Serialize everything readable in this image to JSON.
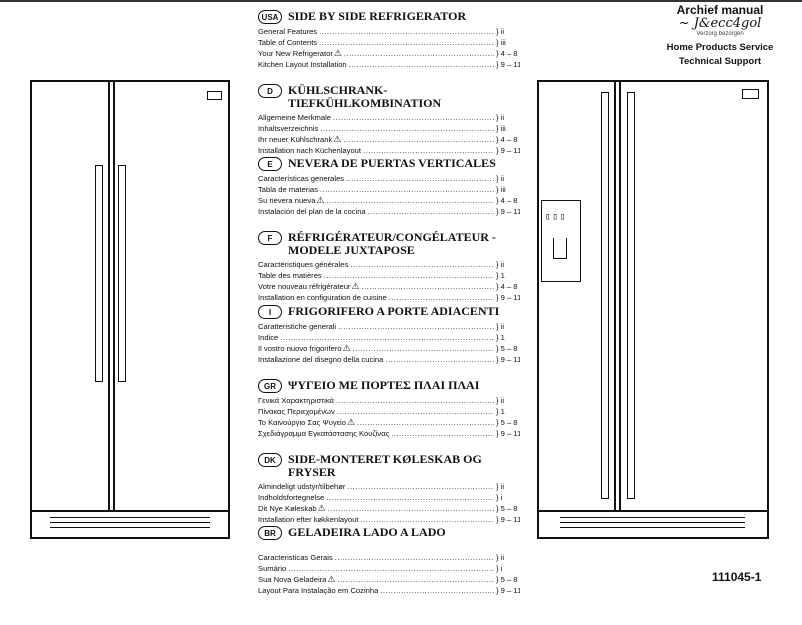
{
  "header": {
    "archive_stamp": "Archief manual",
    "stamp_note": "Verzorg bezorgen",
    "service_line1": "Home Products Service",
    "service_line2": "Technical Support"
  },
  "doc_number": "111045-1",
  "sections": [
    {
      "badge": "USA",
      "title": "SIDE BY SIDE REFRIGERATOR",
      "items": [
        {
          "label": "General Features",
          "page": "} ii"
        },
        {
          "label": "Table of Contents",
          "page": "} iii"
        },
        {
          "label": "Your New Refrigerator",
          "page": "} 4 – 8",
          "warning": true
        },
        {
          "label": "Kitchen Layout Installation",
          "page": "} 9 – 11"
        }
      ]
    },
    {
      "badge": "D",
      "title": "KÜHLSCHRANK-TIEFKÜHLKOMBINATION",
      "items": [
        {
          "label": "Allgemeine Merkmale",
          "page": "} ii"
        },
        {
          "label": "Inhaltsverzeichnis",
          "page": "} iii"
        },
        {
          "label": "Ihr neuer Kühlschrank",
          "page": "} 4 – 8",
          "warning": true
        },
        {
          "label": "Installation nach Küchenlayout",
          "page": "} 9 – 11"
        }
      ]
    },
    {
      "badge": "E",
      "title": "NEVERA DE PUERTAS VERTICALES",
      "items": [
        {
          "label": "Características generales",
          "page": "} ii"
        },
        {
          "label": "Tabla de materias",
          "page": "} iii"
        },
        {
          "label": "Su nevera nueva",
          "page": "} 4 – 8",
          "warning": true
        },
        {
          "label": "Instalación del plan de la cocina",
          "page": "} 9 – 11"
        }
      ]
    },
    {
      "badge": "F",
      "title": "RÉFRIGÉRATEUR/CONGÉLATEUR - MODELE JUXTAPOSE",
      "items": [
        {
          "label": "Caractéristiques générales",
          "page": "} ii"
        },
        {
          "label": "Table des matières",
          "page": "} 1"
        },
        {
          "label": "Votre nouveau réfrigérateur",
          "page": "} 4 – 8",
          "warning": true
        },
        {
          "label": "Installation en configuration de cuisine",
          "page": "} 9 – 11"
        }
      ]
    },
    {
      "badge": "I",
      "title": "FRIGORIFERO A PORTE ADIACENTI",
      "items": [
        {
          "label": "Caratteristiche generali",
          "page": "} ii"
        },
        {
          "label": "Indice",
          "page": "} 1"
        },
        {
          "label": "Il vostro nuovo frigorifero",
          "page": "} 5 – 8",
          "warning": true
        },
        {
          "label": "Installazione del disegno della cucina",
          "page": "} 9 – 11"
        }
      ]
    },
    {
      "badge": "GR",
      "title": "ΨΥΓΕΙΟ ΜΕ ΠΟΡΤΕΣ ΠΛΑΙ ΠΛΑΙ",
      "items": [
        {
          "label": "Γενικά Χαρακτηριστικά",
          "page": "} ii"
        },
        {
          "label": "Πίνακας Περιεχομένων",
          "page": "} 1"
        },
        {
          "label": "Το Καινούργιο Σας Ψυγείο",
          "page": "} 5 – 8",
          "warning": true
        },
        {
          "label": "Σχεδιάγραμμα Εγκατάστασης Κουζίνας",
          "page": "} 9 – 11"
        }
      ]
    },
    {
      "badge": "DK",
      "title": "SIDE-MONTERET KØLESKAB OG FRYSER",
      "items": [
        {
          "label": "Almindeligt udstyr/tilbehør",
          "page": "} ii"
        },
        {
          "label": "Indholdsfortegnelse",
          "page": "} i"
        },
        {
          "label": "Dit Nye Køleskab",
          "page": "} 5 – 8",
          "warning": true
        },
        {
          "label": "Installation efter køkkenlayout",
          "page": "} 9 – 11"
        }
      ]
    },
    {
      "badge": "BR",
      "title": "GELADEIRA LADO A LADO",
      "items": [
        {
          "label": "Caracteristicas Gerais",
          "page": "} ii"
        },
        {
          "label": "Sumário",
          "page": "} i"
        },
        {
          "label": "Sua Nova Geladeira",
          "page": "} 5 – 8",
          "warning": true
        },
        {
          "label": "Layout Para Instalação em Cozinha",
          "page": "} 9 – 11"
        }
      ]
    }
  ],
  "icons": {
    "warning": "warning-triangle-icon"
  }
}
